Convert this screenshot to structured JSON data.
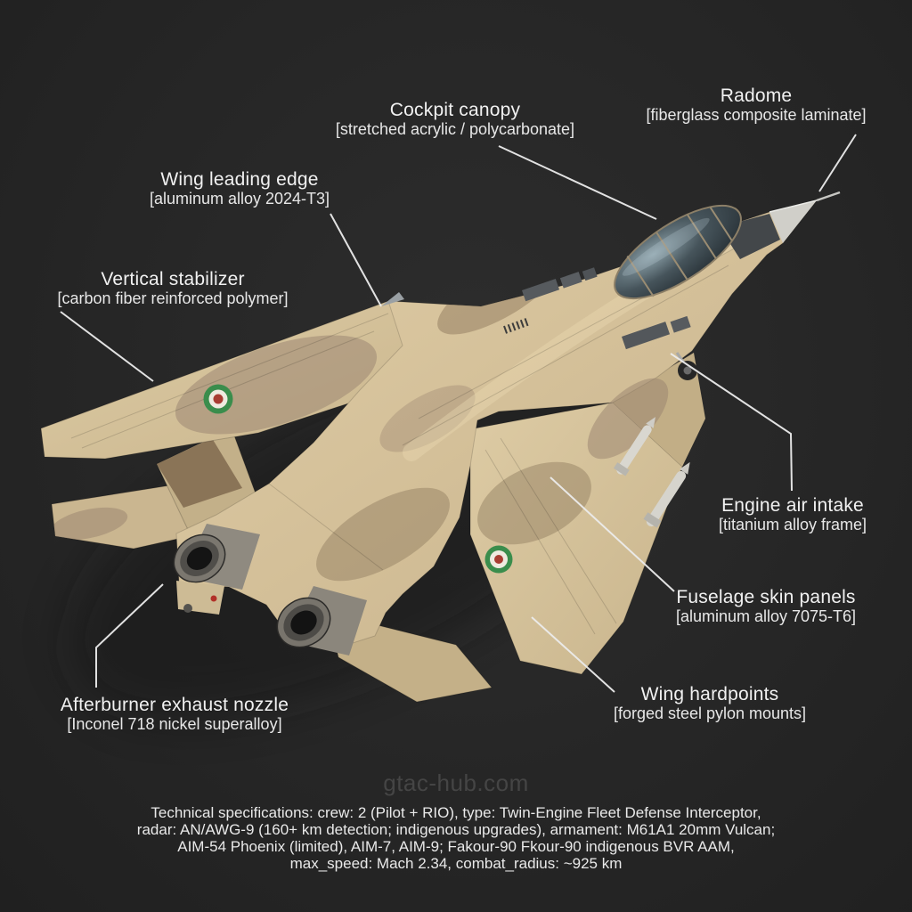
{
  "scene": {
    "subject": "Annotated 3D render of an F-14 Tomcat fighter jet in desert camouflage with Iranian roundel and flag markings, dark studio background",
    "background": "#262626"
  },
  "colors": {
    "label_text": "#f1f1f1",
    "leader_line": "#ececec",
    "camo_tan": "#d3c09a",
    "camo_brown": "#8f7a5e",
    "roundel_green": "#3a8d4c",
    "roundel_red": "#a83c32",
    "flag_green": "#2f9e41",
    "flag_red": "#c22b23",
    "watermark": "#454545"
  },
  "callouts": [
    {
      "id": "cockpit-canopy",
      "title": "Cockpit canopy",
      "material": "[stretched acrylic / polycarbonate]"
    },
    {
      "id": "radome",
      "title": "Radome",
      "material": "[fiberglass composite laminate]"
    },
    {
      "id": "wing-leading-edge",
      "title": "Wing leading edge",
      "material": "[aluminum alloy 2024-T3]"
    },
    {
      "id": "vertical-stabilizer",
      "title": "Vertical stabilizer",
      "material": "[carbon fiber reinforced polymer]"
    },
    {
      "id": "engine-air-intake",
      "title": "Engine air intake",
      "material": "[titanium alloy frame]"
    },
    {
      "id": "fuselage-skin-panels",
      "title": "Fuselage skin panels",
      "material": "[aluminum alloy 7075-T6]"
    },
    {
      "id": "wing-hardpoints",
      "title": "Wing hardpoints",
      "material": "[forged steel pylon mounts]"
    },
    {
      "id": "afterburner-exhaust-nozzle",
      "title": "Afterburner exhaust nozzle",
      "material": "[Inconel 718 nickel superalloy]"
    }
  ],
  "watermark": "gtac-hub.com",
  "specs": {
    "lines": [
      "Technical specifications: crew: 2 (Pilot + RIO), type: Twin-Engine Fleet Defense Interceptor,",
      "radar: AN/AWG-9 (160+ km detection; indigenous upgrades), armament: M61A1 20mm Vulcan;",
      "AIM-54 Phoenix (limited), AIM-7, AIM-9; Fakour-90 Fkour-90 indigenous BVR AAM,",
      "max_speed: Mach 2.34, combat_radius: ~925 km"
    ]
  }
}
